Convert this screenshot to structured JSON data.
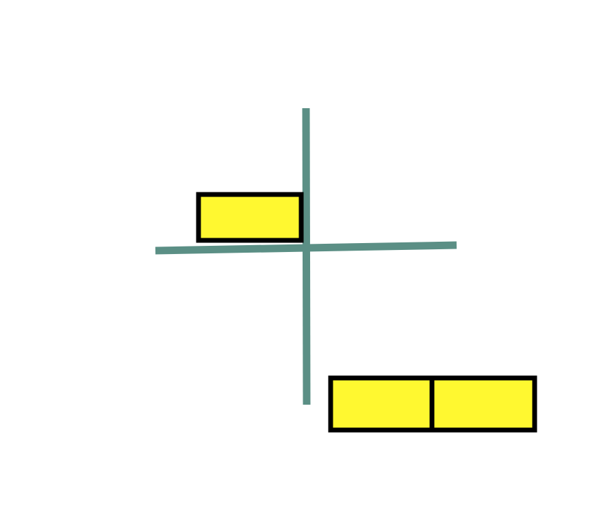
{
  "colors": {
    "background": "#ffffff",
    "axis_line": "#5b8f85",
    "block_fill": "#fff830",
    "block_stroke": "#000000"
  },
  "diagram": {
    "elements": {
      "axis_vertical": "vertical-line",
      "axis_horizontal": "horizontal-line",
      "block_upper_left": "rectangle",
      "block_lower_right_left": "rectangle",
      "block_lower_right_right": "rectangle"
    }
  }
}
